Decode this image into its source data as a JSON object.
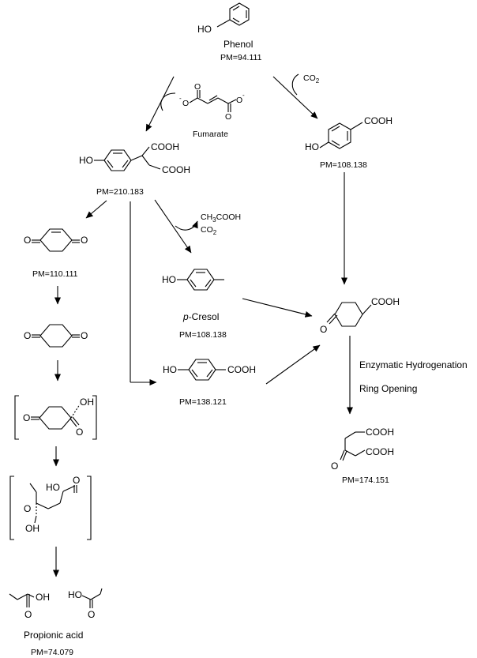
{
  "compounds": {
    "phenol": {
      "name": "Phenol",
      "pm": "PM=94.111",
      "oh": "HO"
    },
    "succinate": {
      "pm": "PM=210.183",
      "ho": "HO",
      "cooh_top": "COOH",
      "cooh_bottom": "COOH"
    },
    "hydroxybenzoic_top": {
      "pm": "PM=108.138",
      "ho": "HO",
      "cooh": "COOH"
    },
    "quinone": {
      "pm": "PM=110.111",
      "o_left": "O",
      "o_right": "O"
    },
    "diketone": {
      "o_left": "O",
      "o_right": "O"
    },
    "hydroxyketone": {
      "o_left": "O",
      "o_right": "O",
      "oh": "OH"
    },
    "open_chain": {
      "o_ketone": "O",
      "ho": "HO",
      "o_acid": "O",
      "oh_acid": "OH"
    },
    "cresol": {
      "name_italic": "p",
      "name_rest": "-Cresol",
      "pm": "PM=108.138",
      "ho": "HO"
    },
    "hydroxybenzoic_mid": {
      "pm": "PM=138.121",
      "ho": "HO",
      "cooh": "COOH"
    },
    "cyclohexanone_acid": {
      "o": "O",
      "cooh": "COOH"
    },
    "final_acid": {
      "pm": "PM=174.151",
      "o": "O",
      "cooh_top": "COOH",
      "cooh_bottom": "COOH"
    },
    "propionic": {
      "name": "Propionic acid",
      "pm": "PM=74.079",
      "oh": "OH",
      "o_left": "O",
      "ho": "HO",
      "o_right": "O"
    }
  },
  "reagents": {
    "fumarate": {
      "label": "Fumarate",
      "o_left": "O",
      "o_right": "O",
      "o_top1": "O",
      "o_top2": "O",
      "minus": "-"
    },
    "co2_top": {
      "co": "CO",
      "two": "2"
    },
    "byproducts": {
      "ch": "CH",
      "three": "3",
      "cooh": "COOH",
      "co": "CO",
      "two": "2"
    }
  },
  "steps": {
    "enzymatic": "Enzymatic Hydrogenation",
    "ring_opening": "Ring Opening"
  }
}
